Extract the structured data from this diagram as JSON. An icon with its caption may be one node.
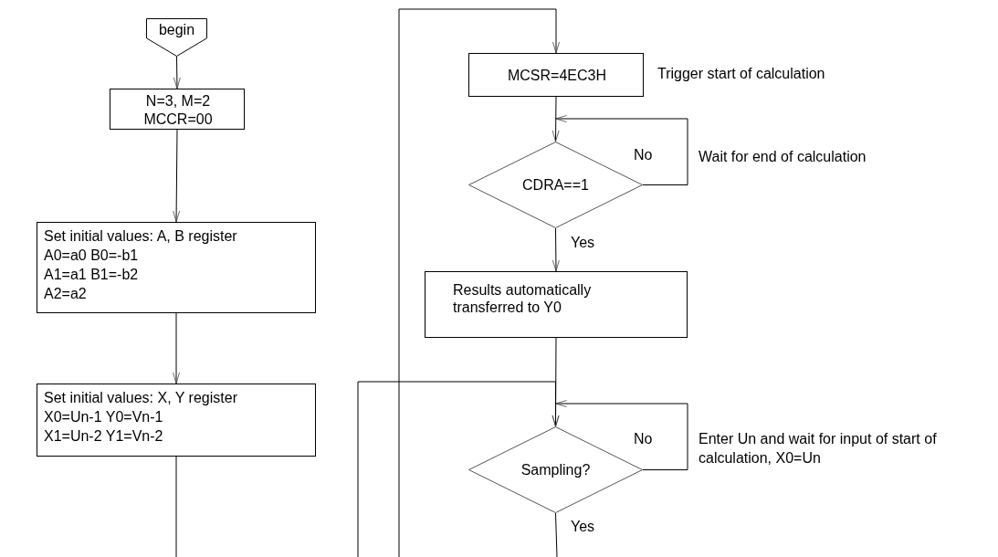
{
  "diagram": {
    "nodes": [
      {
        "text": [
          "begin"
        ]
      },
      {
        "text": [
          "N=3, M=2",
          "MCCR=00"
        ]
      },
      {
        "text": [
          "Set initial values: A, B register",
          "A0=a0 B0=-b1",
          "A1=a1 B1=-b2",
          "A2=a2"
        ]
      },
      {
        "text": [
          "Set initial values: X, Y register",
          "X0=Un-1 Y0=Vn-1",
          "X1=Un-2 Y1=Vn-2"
        ]
      },
      {
        "text": [
          "MCSR=4EC3H"
        ],
        "beside": [
          "Trigger start of calculation"
        ]
      },
      {
        "text": [
          "CDRA==1"
        ],
        "beside": [
          "Wait for end of calculation"
        ]
      },
      {
        "text": [
          "Results automatically transferred to Y0"
        ]
      },
      {
        "text": [
          "Sampling?"
        ],
        "beside": [
          "Enter Un and wait for input of start of calculation, X0=Un"
        ]
      }
    ],
    "edges": [
      {
        "from": 0,
        "to": 1,
        "arrow": "to"
      },
      {
        "from": 1,
        "to": 2,
        "arrow": "to"
      },
      {
        "from": 2,
        "to": 3,
        "arrow": "to"
      },
      {
        "from": 3,
        "to": null,
        "arrow": "none"
      },
      {
        "from": null,
        "to": 4,
        "arrow": "to"
      },
      {
        "from": 4,
        "to": 5,
        "arrow": "to"
      },
      {
        "from": 5,
        "to": 5,
        "arrow": "to",
        "label": "No"
      },
      {
        "from": 5,
        "to": 6,
        "arrow": "to",
        "label": "Yes"
      },
      {
        "from": 6,
        "to": 7,
        "arrow": "to"
      },
      {
        "from": null,
        "to": 7,
        "arrow": "to"
      },
      {
        "from": 7,
        "to": 7,
        "arrow": "to",
        "label": "No"
      },
      {
        "from": 7,
        "to": null,
        "arrow": "none",
        "label": "Yes"
      }
    ]
  }
}
